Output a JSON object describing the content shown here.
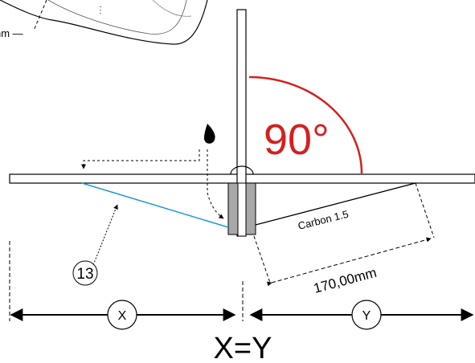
{
  "inset": {
    "dimension_label_fragment": "nm —"
  },
  "angle": {
    "label": "90°",
    "color": "#d42020"
  },
  "callout": {
    "number": "13",
    "wire_color": "#1b9bd1"
  },
  "strut": {
    "label": "Carbon 1.5"
  },
  "length": {
    "label": "170,00mm"
  },
  "measure_left": {
    "label": "X"
  },
  "measure_right": {
    "label": "Y"
  },
  "equation": {
    "label": "X=Y"
  }
}
